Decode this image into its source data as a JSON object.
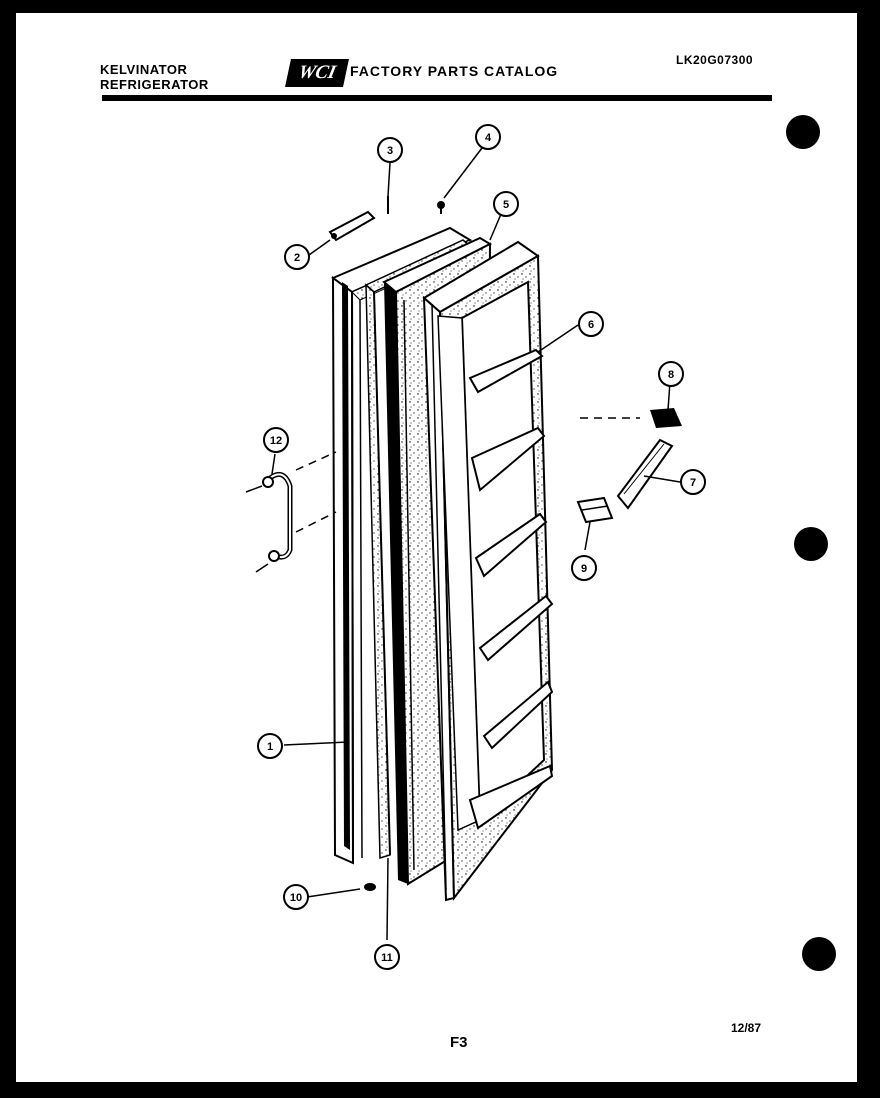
{
  "header": {
    "brand_line1": "KELVINATOR",
    "brand_line2": "REFRIGERATOR",
    "logo_text": "WCI",
    "catalog_title": "FACTORY PARTS CATALOG",
    "model_number": "LK20G07300"
  },
  "footer": {
    "page_code": "F3",
    "date": "12/87"
  },
  "callouts": [
    "1",
    "2",
    "3",
    "4",
    "5",
    "6",
    "7",
    "8",
    "9",
    "10",
    "11",
    "12"
  ]
}
